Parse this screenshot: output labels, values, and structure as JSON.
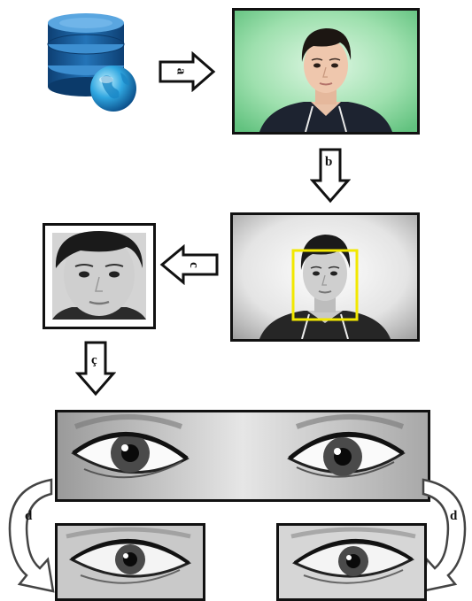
{
  "steps": {
    "a": "a",
    "b": "b",
    "c": "c",
    "c_cedilla": "ç",
    "d_left": "d",
    "d_right": "d"
  },
  "colors": {
    "green_background": "#7fd39a",
    "face_box": "#f2e800",
    "database_blue": "#1e6aa8",
    "globe": "#2fa6e0"
  },
  "icons": {
    "source": "database-globe-icon"
  }
}
